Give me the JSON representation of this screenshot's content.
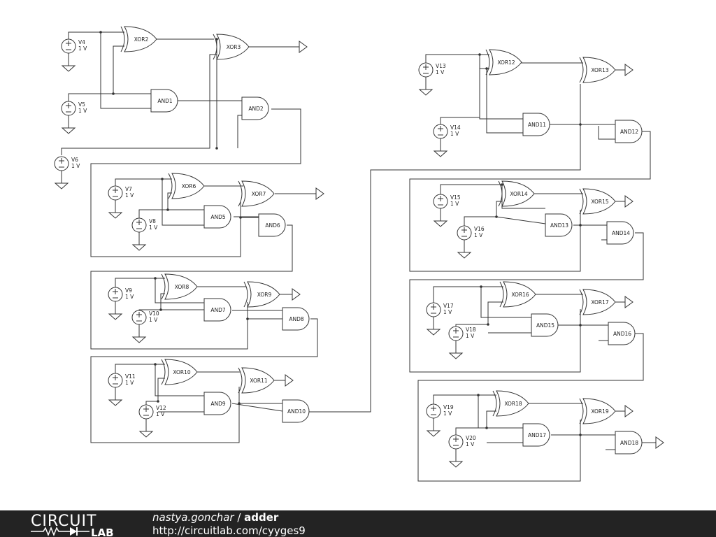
{
  "footer": {
    "brand_line1": "CIRCUIT",
    "brand_line2": "LAB",
    "author": "nastya.gonchar",
    "separator": " / ",
    "project": "adder",
    "url": "http://circuitlab.com/cyyges9"
  },
  "diagram": {
    "sources": [
      {
        "name": "V4",
        "value": "1 V"
      },
      {
        "name": "V5",
        "value": "1 V"
      },
      {
        "name": "V6",
        "value": "1 V"
      },
      {
        "name": "V7",
        "value": "1 V"
      },
      {
        "name": "V8",
        "value": "1 V"
      },
      {
        "name": "V9",
        "value": "1 V"
      },
      {
        "name": "V10",
        "value": "1 V"
      },
      {
        "name": "V11",
        "value": "1 V"
      },
      {
        "name": "V12",
        "value": "1 V"
      },
      {
        "name": "V13",
        "value": "1 V"
      },
      {
        "name": "V14",
        "value": "1 V"
      },
      {
        "name": "V15",
        "value": "1 V"
      },
      {
        "name": "V16",
        "value": "1 V"
      },
      {
        "name": "V17",
        "value": "1 V"
      },
      {
        "name": "V18",
        "value": "1 V"
      },
      {
        "name": "V19",
        "value": "1 V"
      },
      {
        "name": "V20",
        "value": "1 V"
      }
    ],
    "xor_gates": [
      "XOR2",
      "XOR3",
      "XOR6",
      "XOR7",
      "XOR8",
      "XOR9",
      "XOR10",
      "XOR11",
      "XOR12",
      "XOR13",
      "XOR14",
      "XOR15",
      "XOR16",
      "XOR17",
      "XOR18",
      "XOR19"
    ],
    "and_gates": [
      "AND1",
      "AND2",
      "AND5",
      "AND6",
      "AND7",
      "AND8",
      "AND9",
      "AND10",
      "AND11",
      "AND12",
      "AND13",
      "AND14",
      "AND15",
      "AND16",
      "AND17",
      "AND18"
    ]
  }
}
